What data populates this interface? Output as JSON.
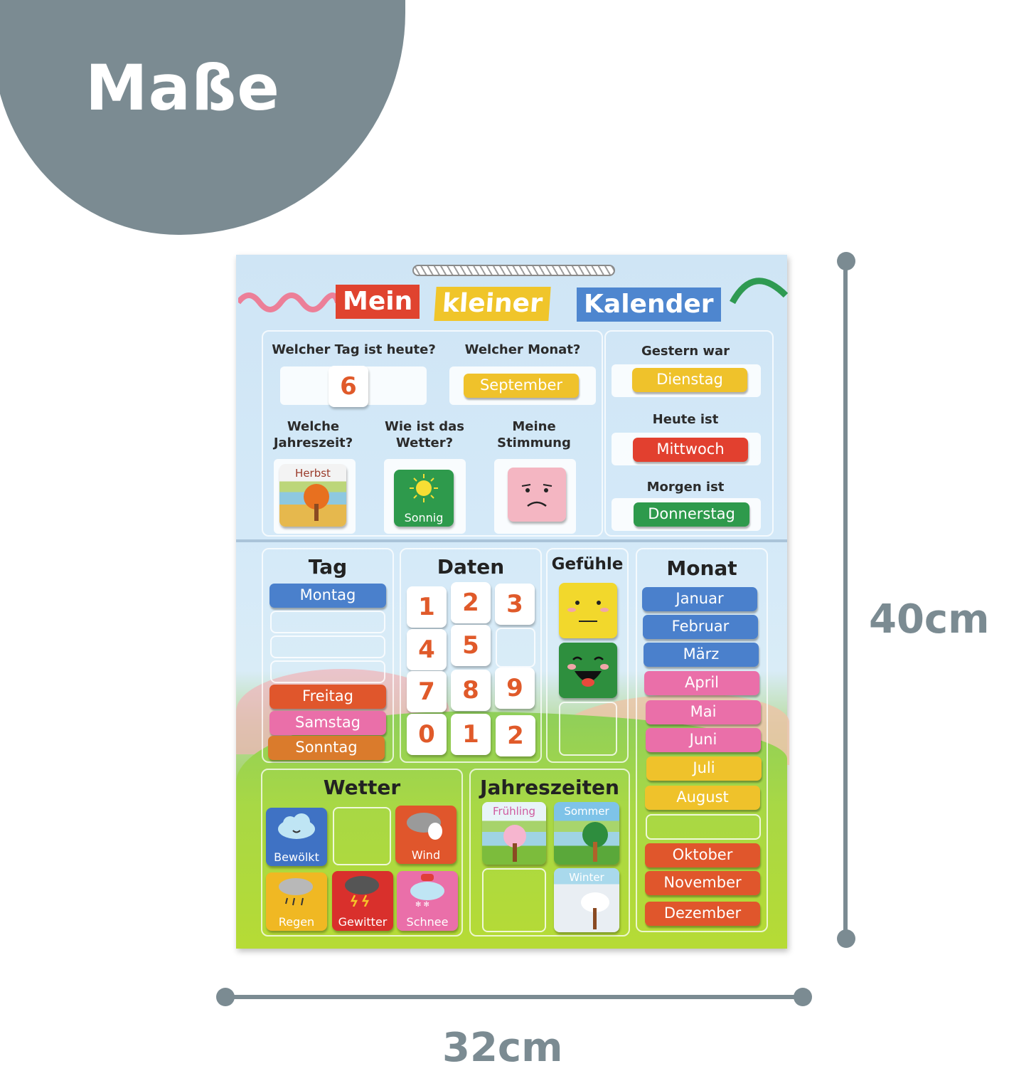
{
  "header": {
    "title": "Maße"
  },
  "dimensions": {
    "height_label": "40cm",
    "width_label": "32cm"
  },
  "board": {
    "title_words": [
      "Mein",
      "kleiner",
      "Kalender"
    ],
    "today": {
      "question_day": "Welcher Tag ist heute?",
      "day_value": "6",
      "question_month": "Welcher Monat?",
      "month_value": "September",
      "question_season": "Welche Jahreszeit?",
      "season_value": "Herbst",
      "question_weather": "Wie ist das Wetter?",
      "weather_value": "Sonnig",
      "question_mood": "Meine Stimmung",
      "yesterday_label": "Gestern war",
      "yesterday_value": "Dienstag",
      "today_label": "Heute ist",
      "today_value": "Mittwoch",
      "tomorrow_label": "Morgen ist",
      "tomorrow_value": "Donnerstag"
    },
    "tag": {
      "heading": "Tag",
      "items": [
        "Montag",
        "Freitag",
        "Samstag",
        "Sonntag"
      ]
    },
    "daten": {
      "heading": "Daten",
      "numbers": [
        "1",
        "2",
        "3",
        "4",
        "5",
        "7",
        "8",
        "9",
        "0",
        "1",
        "2"
      ]
    },
    "gefuehle": {
      "heading": "Gefühle"
    },
    "monat": {
      "heading": "Monat",
      "items": [
        "Januar",
        "Februar",
        "März",
        "April",
        "Mai",
        "Juni",
        "Juli",
        "August",
        "Oktober",
        "November",
        "Dezember"
      ]
    },
    "wetter": {
      "heading": "Wetter",
      "items": [
        "Bewölkt",
        "Wind",
        "Regen",
        "Gewitter",
        "Schnee"
      ]
    },
    "jahreszeiten": {
      "heading": "Jahreszeiten",
      "items": [
        "Frühling",
        "Sommer",
        "Winter"
      ]
    }
  },
  "colors": {
    "accent_gray": "#7b8b92",
    "red": "#e2402f",
    "yellow": "#efc22b",
    "blue": "#4a80cc",
    "green": "#2e9a4c",
    "pink": "#ea6fa9",
    "orange": "#e0562c"
  }
}
